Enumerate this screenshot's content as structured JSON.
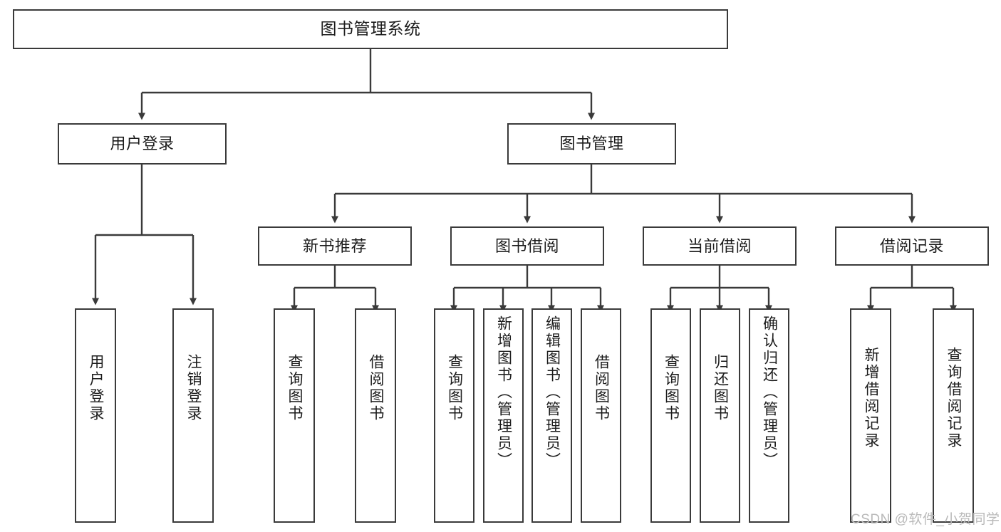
{
  "diagram": {
    "title": "图书管理系统",
    "type": "hierarchy-tree",
    "root": {
      "label": "图书管理系统"
    },
    "level2": [
      {
        "label": "用户登录"
      },
      {
        "label": "图书管理"
      }
    ],
    "level3": [
      {
        "label": "新书推荐"
      },
      {
        "label": "图书借阅"
      },
      {
        "label": "当前借阅"
      },
      {
        "label": "借阅记录"
      }
    ],
    "leaves": {
      "user_login": [
        {
          "label": "用户登录"
        },
        {
          "label": "注销登录"
        }
      ],
      "new_book_recommend": [
        {
          "label": "查询图书"
        },
        {
          "label": "借阅图书"
        }
      ],
      "book_borrow": [
        {
          "label": "查询图书"
        },
        {
          "label": "新增图书（管理员）"
        },
        {
          "label": "编辑图书（管理员）"
        },
        {
          "label": "借阅图书"
        }
      ],
      "current_borrow": [
        {
          "label": "查询图书"
        },
        {
          "label": "归还图书"
        },
        {
          "label": "确认归还（管理员）"
        }
      ],
      "borrow_record": [
        {
          "label": "新增借阅记录"
        },
        {
          "label": "查询借阅记录"
        }
      ]
    }
  },
  "watermark": {
    "text": "CSDN @软件_小贺同学"
  },
  "colors": {
    "box_border": "#3a3a3a",
    "box_fill": "#ffffff",
    "text": "#1b1b1b",
    "wire": "#3a3a3a",
    "watermark": "#b9b9b9"
  }
}
